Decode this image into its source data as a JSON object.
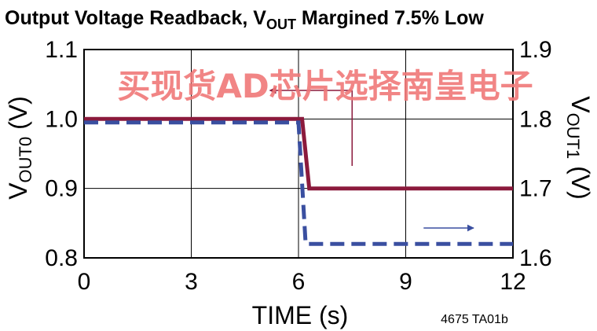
{
  "chart_data": {
    "type": "line",
    "title_main": "Output Voltage Readback, V",
    "title_sub": "OUT",
    "title_tail": " Margined 7.5% Low",
    "xlabel": "TIME (s)",
    "ylabel_left_main": "V",
    "ylabel_left_sub": "OUT0",
    "ylabel_left_unit": " (V)",
    "ylabel_right_main": "V",
    "ylabel_right_sub": "OUT1",
    "ylabel_right_unit": " (V)",
    "xlim": [
      0,
      12
    ],
    "ylim_left": [
      0.8,
      1.1
    ],
    "ylim_right": [
      1.6,
      1.9
    ],
    "x_ticks": [
      "0",
      "3",
      "6",
      "9",
      "12"
    ],
    "y_left_ticks": [
      "0.8",
      "0.9",
      "1.0",
      "1.1"
    ],
    "y_right_ticks": [
      "1.6",
      "1.7",
      "1.8",
      "1.9"
    ],
    "grid": true,
    "series": [
      {
        "axis": "left",
        "style": "solid",
        "color": "#8b1a3c",
        "x": [
          0,
          6.1,
          6.3,
          12
        ],
        "y": [
          1.0,
          1.0,
          0.9,
          0.9
        ]
      },
      {
        "axis": "right",
        "style": "dashed",
        "color": "#3a4fa0",
        "x": [
          0,
          6.0,
          6.2,
          12
        ],
        "y": [
          1.795,
          1.795,
          1.62,
          1.62
        ]
      }
    ],
    "figure_id": "4675 TA01b"
  },
  "watermark": "买现货AD芯片选择南皇电子"
}
